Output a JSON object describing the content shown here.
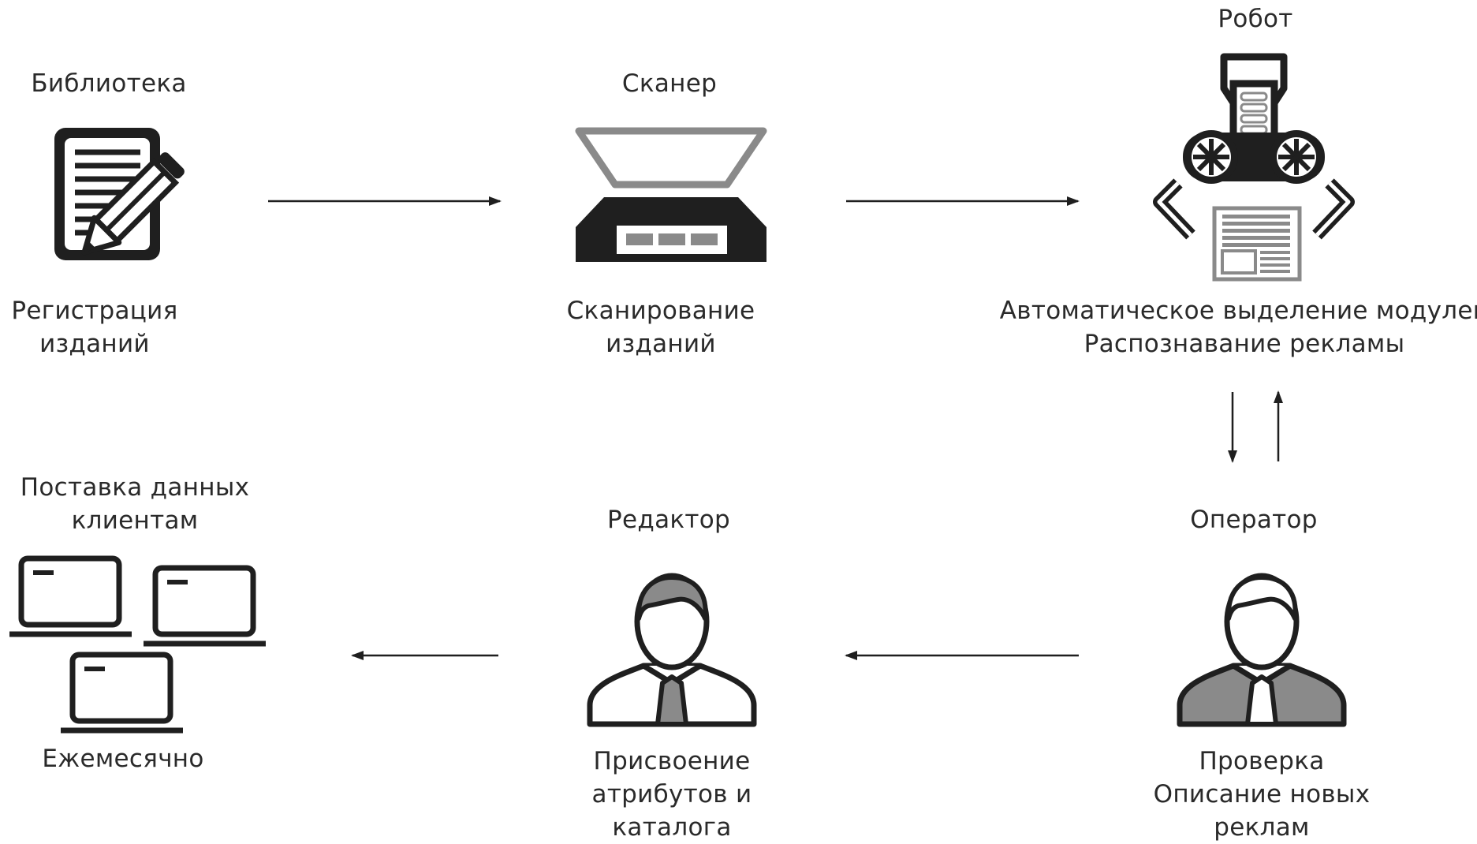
{
  "library": {
    "title": "Библиотека",
    "caption_line1": "Регистрация",
    "caption_line2": "изданий"
  },
  "scanner": {
    "title": "Сканер",
    "caption_line1": "Сканирование",
    "caption_line2": "изданий"
  },
  "robot": {
    "title": "Робот",
    "caption_line1": "Автоматическое выделение модулей",
    "caption_line2": "Распознавание рекламы"
  },
  "operator": {
    "title": "Оператор",
    "caption_line1": "Проверка",
    "caption_line2": "Описание новых",
    "caption_line3": "реклам"
  },
  "editor": {
    "title": "Редактор",
    "caption_line1": "Присвоение",
    "caption_line2": "атрибутов и",
    "caption_line3": "каталога"
  },
  "delivery": {
    "title_line1": "Поставка данных",
    "title_line2": "клиентам",
    "caption": "Ежемесячно"
  },
  "colors": {
    "ink": "#1f1f1f",
    "gray": "#8a8a8a",
    "text": "#2a2a2a"
  }
}
